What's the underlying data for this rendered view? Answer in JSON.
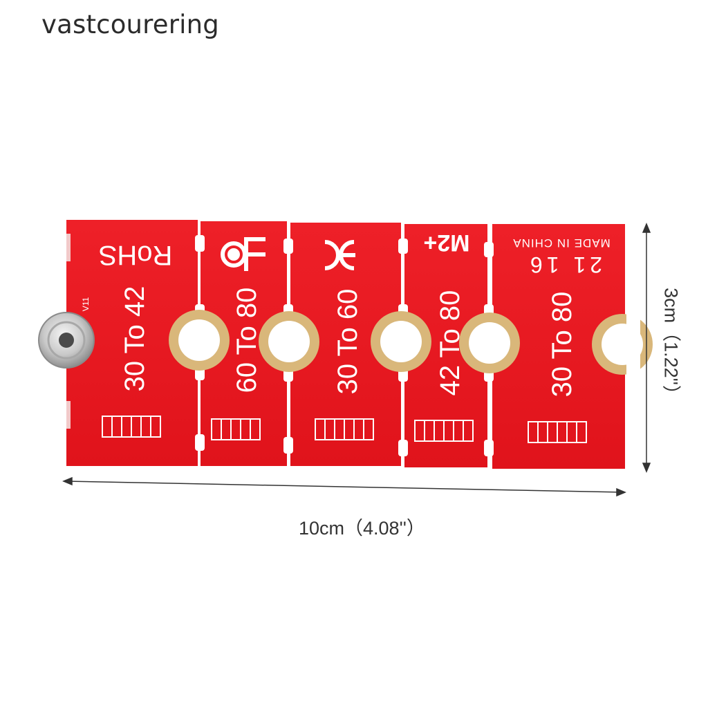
{
  "watermark": "vastcourering",
  "board": {
    "version_label": "V11",
    "top_marks": {
      "rohs": "RoHS",
      "fc_icon": "fc-mark-icon",
      "ce_icon": "ce-mark-icon",
      "m2_plus": "M2+",
      "made_in": "MADE IN CHINA",
      "date_code": "21 16"
    },
    "segments": [
      {
        "label": "30 To 42"
      },
      {
        "label": "60 To 80"
      },
      {
        "label": "30 To 60"
      },
      {
        "label": "42 To 80"
      },
      {
        "label": "30 To 80"
      }
    ],
    "colors": {
      "pcb": "#e8141c",
      "pad": "#d9b77a",
      "silkscreen": "#ffffff"
    }
  },
  "dimensions": {
    "width": "10cm（4.08''）",
    "height": "3cm（1.22''）"
  }
}
